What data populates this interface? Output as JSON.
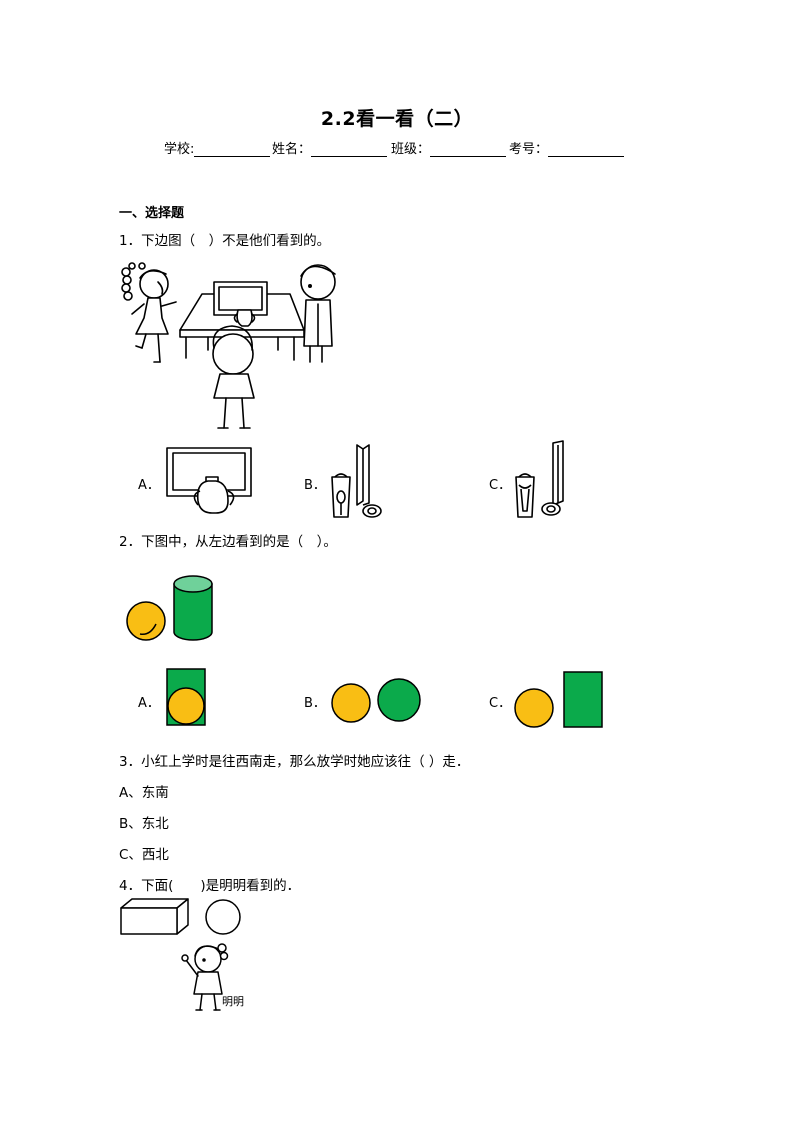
{
  "title": "2.2看一看（二）",
  "info": {
    "school": "学校:",
    "name": "姓名：",
    "class": "班级：",
    "number": "考号："
  },
  "section": "一、选择题",
  "q1": {
    "text": "1．下边图（　）不是他们看到的。",
    "opt_a": "A．",
    "opt_b": "B．",
    "opt_c": "C．"
  },
  "q2": {
    "text": "2．下图中，从左边看到的是（　）。",
    "opt_a": "A．",
    "opt_b": "B．",
    "opt_c": "C．",
    "colors": {
      "yellow": "#F9BE14",
      "green": "#0BAA4B",
      "light_green": "#6FD19A"
    }
  },
  "q3": {
    "text": "3．小红上学时是往西南走，那么放学时她应该往（ ）走．",
    "a": "A、东南",
    "b": "B、东北",
    "c": "C、西北"
  },
  "q4": {
    "text": "4．下面(　　)是明明看到的．",
    "caption": "明明"
  }
}
